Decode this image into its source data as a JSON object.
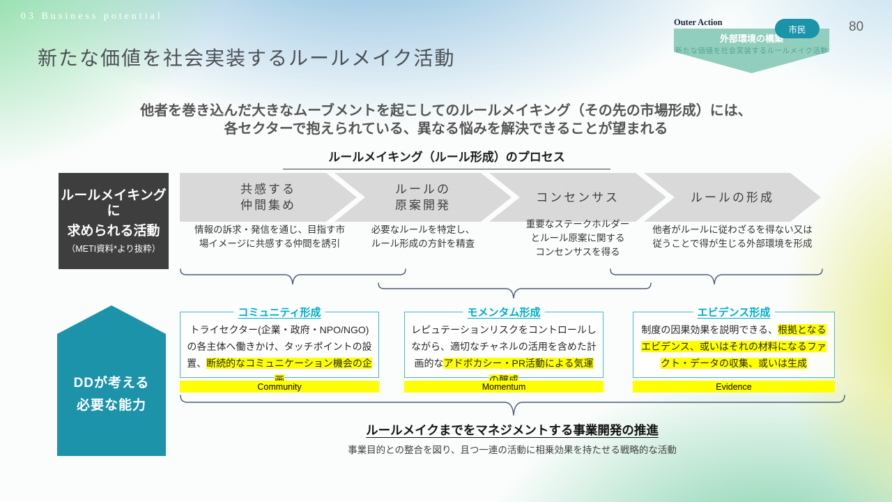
{
  "slide": {
    "section_label": "03 Business potential",
    "page_number": "80",
    "title": "新たな価値を社会実装するルールメイク活動",
    "subtitle_line1": "他者を巻き込んだ大きなムーブメントを起こしてのルールメイキング（その先の市場形成）には、",
    "subtitle_line2": "各セクターで抱えられている、異なる悩みを解決できることが望まれる"
  },
  "outer_action": {
    "label": "Outer Action",
    "banner_title": "外部環境の構築",
    "banner_subtitle": "新たな価値を社会実装するルールメイク活動",
    "citizen_badge": "市民"
  },
  "process": {
    "heading": "ルールメイキング（ルール形成）のプロセス",
    "activity_box": {
      "line1": "ルールメイキングに",
      "line2": "求められる活動",
      "note": "（METI資料*より抜粋）"
    },
    "steps": [
      {
        "label": "共感する\n仲間集め",
        "description": "情報の訴求・発信を通じ、目指す市\n場イメージに共感する仲間を誘引"
      },
      {
        "label": "ルールの\n原案開発",
        "description": "必要なルールを特定し、\nルール形成の方針を精査"
      },
      {
        "label": "コンセンサス",
        "description": "重要なステークホルダー\nとルール原案に関する\nコンセンサスを得る"
      },
      {
        "label": "ルールの形成",
        "description": "他者がルールに従わざるを得ない又は\n従うことで得が生じる外部環境を形成"
      }
    ]
  },
  "capabilities": {
    "pentagon_label": "DDが考える\n必要な能力",
    "boxes": [
      {
        "title": "コミュニティ形成",
        "body_plain": "トライセクター(企業・政府・NPO/NGO)の各主体へ働きかけ、タッチポイントの設置、",
        "body_highlight": "断続的なコミュニケーション機会の企画",
        "tag": "Community"
      },
      {
        "title": "モメンタム形成",
        "body_plain": "レピュテーションリスクをコントロールしながら、適切なチャネルの活用を含めた計画的な",
        "body_highlight": "アドボカシー・PR活動による気運の醸成",
        "tag": "Momentum"
      },
      {
        "title": "エビデンス形成",
        "body_plain": "制度の因果効果を説明できる、",
        "body_highlight": "根拠となるエビデンス、或いはそれの材料になるファクト・データの収集、或いは生成",
        "tag": "Evidence"
      }
    ],
    "footer_heading": "ルールメイクまでをマネジメントする事業開発の推進",
    "footer_note": "事業目的との整合を図り、且つ一連の活動に相乗効果を持たせる戦略的な活動"
  },
  "colors": {
    "accent_teal": "#1c93a9",
    "banner_green": "#8ccbb9",
    "chevron_gray": "#d9d9d9",
    "box_border_cyan": "#3fb9cc",
    "box_title_cyan": "#00aec6",
    "highlight_yellow": "#ffff00",
    "brace_line": "#4a5b74"
  }
}
